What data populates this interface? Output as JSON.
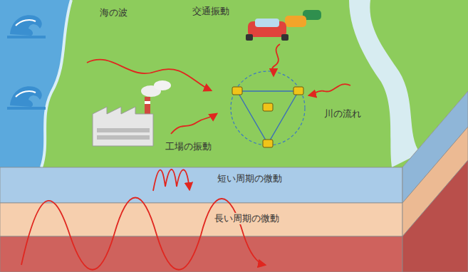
{
  "diagram": {
    "nodes": [
      {
        "text": [
          "短い周期の微動"
        ]
      },
      {
        "text": [
          "長い周期の微動"
        ]
      }
    ],
    "labels": [
      "海の波",
      "交通振動",
      "川の流れ",
      "工場の振動"
    ]
  }
}
